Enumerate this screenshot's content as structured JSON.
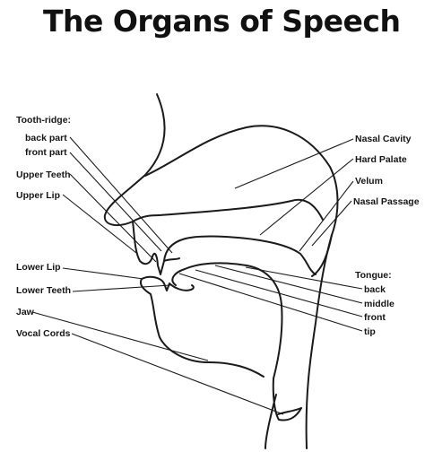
{
  "title": "The Organs of Speech",
  "labels_left": {
    "tooth_ridge": "Tooth-ridge:",
    "back_part": "back part",
    "front_part": "front part",
    "upper_teeth": "Upper Teeth",
    "upper_lip": "Upper Lip",
    "lower_lip": "Lower Lip",
    "lower_teeth": "Lower Teeth",
    "jaw": "Jaw",
    "vocal_cords": "Vocal Cords"
  },
  "labels_right": {
    "nasal_cavity": "Nasal Cavity",
    "hard_palate": "Hard Palate",
    "velum": "Velum",
    "nasal_passage": "Nasal Passage",
    "tongue": "Tongue:",
    "back": "back",
    "middle": "middle",
    "front": "front",
    "tip": "tip"
  }
}
